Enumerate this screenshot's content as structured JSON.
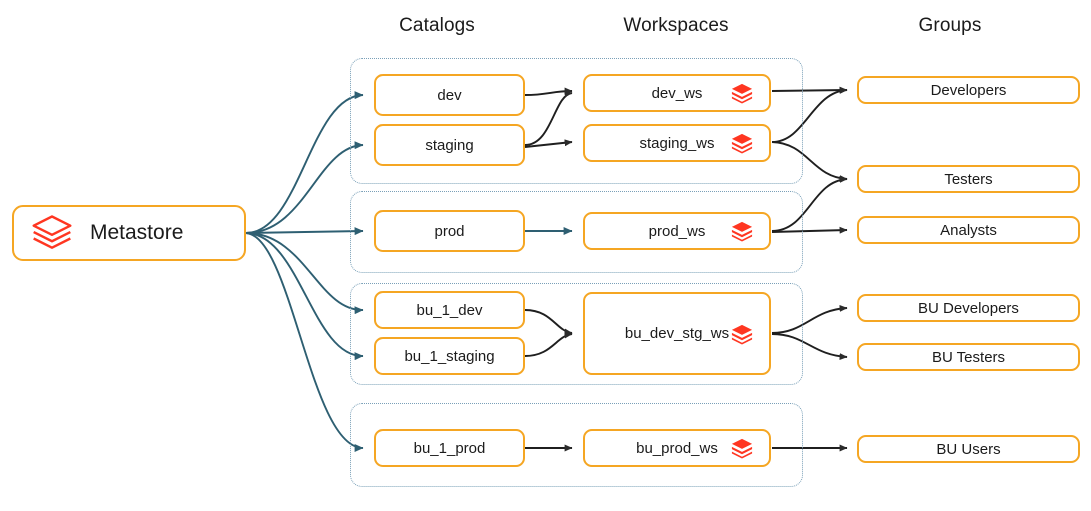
{
  "diagram": {
    "title": "Metastore catalogs to workspaces to groups mapping",
    "colors": {
      "node_border": "#F5A623",
      "group_border": "#7aa0b8",
      "arrow_dark": "#2b2b2b",
      "arrow_teal": "#2e5f72",
      "logo_red": "#FF3621",
      "background": "#ffffff"
    },
    "headers": [
      {
        "id": "catalogs",
        "label": "Catalogs"
      },
      {
        "id": "workspaces",
        "label": "Workspaces"
      },
      {
        "id": "groups",
        "label": "Groups"
      }
    ],
    "root": {
      "label": "Metastore",
      "icon": "databricks-logo-outline-icon"
    },
    "catalogs": [
      {
        "id": "dev",
        "label": "dev"
      },
      {
        "id": "staging",
        "label": "staging"
      },
      {
        "id": "prod",
        "label": "prod"
      },
      {
        "id": "bu_1_dev",
        "label": "bu_1_dev"
      },
      {
        "id": "bu_1_staging",
        "label": "bu_1_staging"
      },
      {
        "id": "bu_1_prod",
        "label": "bu_1_prod"
      }
    ],
    "workspaces": [
      {
        "id": "dev_ws",
        "label": "dev_ws",
        "icon": "databricks-logo-icon"
      },
      {
        "id": "staging_ws",
        "label": "staging_ws",
        "icon": "databricks-logo-icon"
      },
      {
        "id": "prod_ws",
        "label": "prod_ws",
        "icon": "databricks-logo-icon"
      },
      {
        "id": "bu_dev_stg_ws",
        "label": "bu_dev_stg_ws",
        "icon": "databricks-logo-icon"
      },
      {
        "id": "bu_prod_ws",
        "label": "bu_prod_ws",
        "icon": "databricks-logo-icon"
      }
    ],
    "groups": [
      {
        "id": "developers",
        "label": "Developers"
      },
      {
        "id": "testers",
        "label": "Testers"
      },
      {
        "id": "analysts",
        "label": "Analysts"
      },
      {
        "id": "bu_developers",
        "label": "BU Developers"
      },
      {
        "id": "bu_testers",
        "label": "BU Testers"
      },
      {
        "id": "bu_users",
        "label": "BU Users"
      }
    ],
    "containers": [
      {
        "id": "env-dev-staging",
        "members": [
          "dev",
          "staging",
          "dev_ws",
          "staging_ws"
        ]
      },
      {
        "id": "env-prod",
        "members": [
          "prod",
          "prod_ws"
        ]
      },
      {
        "id": "env-bu-dev-stg",
        "members": [
          "bu_1_dev",
          "bu_1_staging",
          "bu_dev_stg_ws"
        ]
      },
      {
        "id": "env-bu-prod",
        "members": [
          "bu_1_prod",
          "bu_prod_ws"
        ]
      }
    ],
    "edges": [
      {
        "from": "Metastore",
        "to": "dev"
      },
      {
        "from": "Metastore",
        "to": "staging"
      },
      {
        "from": "Metastore",
        "to": "prod"
      },
      {
        "from": "Metastore",
        "to": "bu_1_dev"
      },
      {
        "from": "Metastore",
        "to": "bu_1_staging"
      },
      {
        "from": "Metastore",
        "to": "bu_1_prod"
      },
      {
        "from": "dev",
        "to": "dev_ws"
      },
      {
        "from": "staging",
        "to": "dev_ws"
      },
      {
        "from": "staging",
        "to": "staging_ws"
      },
      {
        "from": "prod",
        "to": "prod_ws"
      },
      {
        "from": "bu_1_dev",
        "to": "bu_dev_stg_ws"
      },
      {
        "from": "bu_1_staging",
        "to": "bu_dev_stg_ws"
      },
      {
        "from": "bu_1_prod",
        "to": "bu_prod_ws"
      },
      {
        "from": "dev_ws",
        "to": "developers"
      },
      {
        "from": "staging_ws",
        "to": "developers"
      },
      {
        "from": "staging_ws",
        "to": "testers"
      },
      {
        "from": "prod_ws",
        "to": "testers"
      },
      {
        "from": "prod_ws",
        "to": "analysts"
      },
      {
        "from": "bu_dev_stg_ws",
        "to": "bu_developers"
      },
      {
        "from": "bu_dev_stg_ws",
        "to": "bu_testers"
      },
      {
        "from": "bu_prod_ws",
        "to": "bu_users"
      }
    ]
  }
}
